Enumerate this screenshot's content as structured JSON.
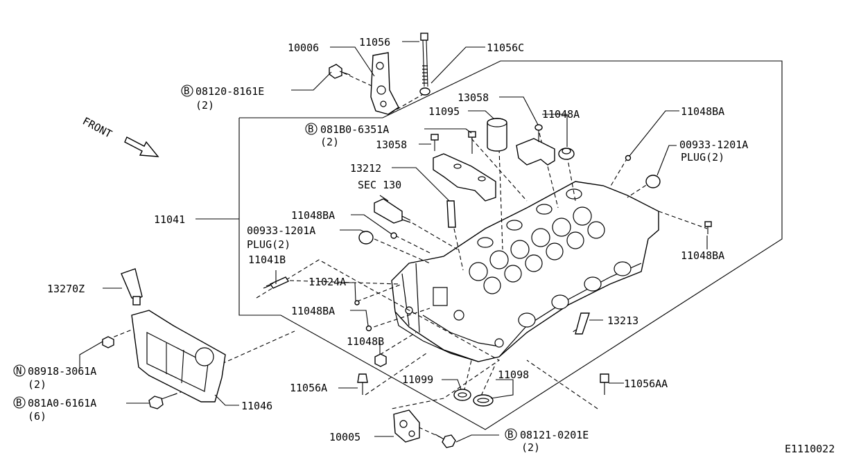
{
  "diagram": {
    "front_label": "FRONT",
    "figure_code": "E1110022",
    "labels": {
      "p10006": "10006",
      "p11056": "11056",
      "p11056c": "11056C",
      "b08120": "08120-8161E",
      "b08120_qty": "(2)",
      "p13058_top": "13058",
      "p11095": "11095",
      "p11048a": "11048A",
      "p11048ba_top": "11048BA",
      "b081b0": "081B0-6351A",
      "b081b0_qty": "(2)",
      "p13058_mid": "13058",
      "p00933_right": "00933-1201A",
      "plug_right": "PLUG(2)",
      "p13212": "13212",
      "sec130": "SEC 130",
      "p11041": "11041",
      "p11048ba_left": "11048BA",
      "p00933_left": "00933-1201A",
      "plug_left": "PLUG(2)",
      "p11048ba_right": "11048BA",
      "p11041b": "11041B",
      "p13270z": "13270Z",
      "p11024a": "11024A",
      "p11048ba_low": "11048BA",
      "p13213": "13213",
      "p11048b": "11048B",
      "n08918": "08918-3061A",
      "n08918_qty": "(2)",
      "p11099": "11099",
      "p11098": "11098",
      "p11056a": "11056A",
      "p11056aa": "11056AA",
      "b081a0": "081A0-6161A",
      "b081a0_qty": "(6)",
      "p11046": "11046",
      "p10005": "10005",
      "b08121": "08121-0201E",
      "b08121_qty": "(2)"
    },
    "markers": {
      "bolt": "B",
      "nut": "N"
    }
  }
}
